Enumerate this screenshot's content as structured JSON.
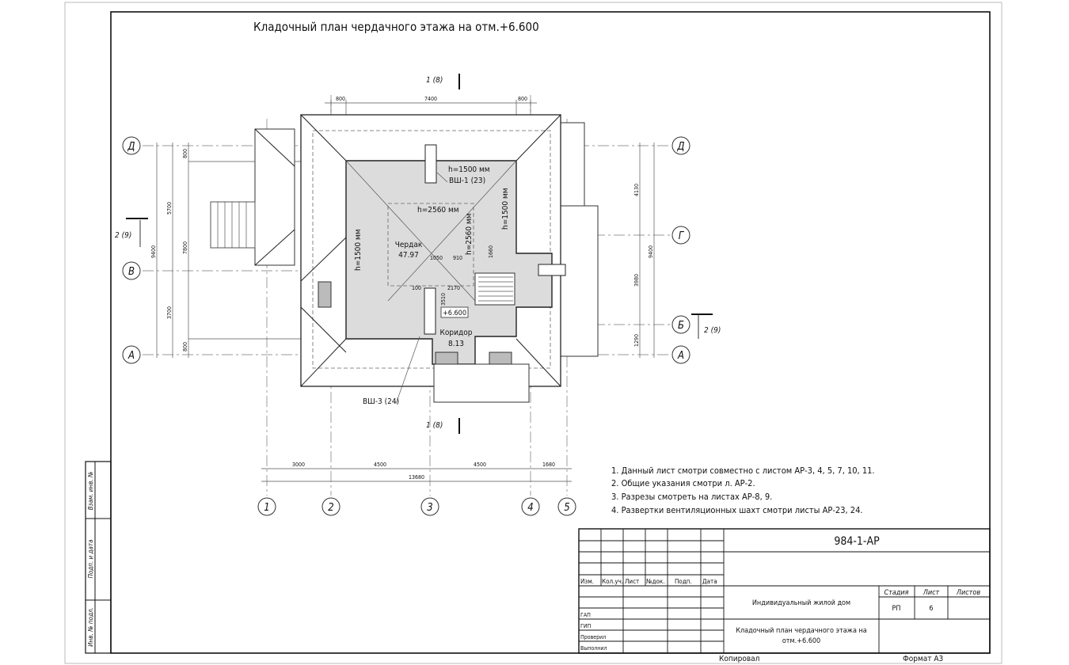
{
  "drawing": {
    "title": "Кладочный план чердачного этажа на отм.+6.600",
    "section_marks": {
      "s1_top": "1 (8)",
      "s1_bottom": "1 (8)",
      "s2_left": "2 (9)",
      "s2_right": "2 (9)"
    },
    "axes_rows": [
      "Д",
      "Г",
      "В",
      "Б",
      "А"
    ],
    "axes_cols": [
      "1",
      "2",
      "3",
      "4",
      "5"
    ],
    "dims_top": [
      "800",
      "7400",
      "800"
    ],
    "dims_left": {
      "outer": "9400",
      "mid": [
        "5700",
        "3700"
      ],
      "inner": [
        "800",
        "7800",
        "800"
      ]
    },
    "dims_right": {
      "outer": "9400",
      "inner": [
        "4130",
        "3980",
        "1290"
      ]
    },
    "dims_bottom": {
      "chain": [
        "3000",
        "4500",
        "4500",
        "1680"
      ],
      "total": "13680"
    },
    "rooms": [
      {
        "name": "Чердак",
        "area": "47.97"
      },
      {
        "name": "Коридор",
        "area": "8.13"
      }
    ],
    "heights": {
      "h1": "h=1500 мм",
      "h2": "h=2560 мм",
      "h3": "h=1500 мм",
      "h4": "h=1500 мм",
      "h5": "h=2560 мм"
    },
    "shafts": {
      "vsh1": "ВШ-1 (23)",
      "vsh3": "ВШ-3 (24)"
    },
    "inner_dims": {
      "d1050": "1050",
      "d910": "910",
      "d1660": "1660",
      "d100": "100",
      "d2170": "2170",
      "d3510": "3510"
    },
    "level": "+6.600"
  },
  "notes": [
    "1. Данный лист смотри совместно с листом АР-3, 4, 5, 7, 10, 11.",
    "2. Общие указания смотри л. АР-2.",
    "3. Разрезы смотреть на листах АР-8, 9.",
    "4. Развертки вентиляционных шахт смотри листы АР-23, 24."
  ],
  "side_stamp": [
    "Взам. инв. №",
    "Подп. и дата",
    "Инв. № подл."
  ],
  "title_block": {
    "code": "984-1-АР",
    "headers": [
      "Изм.",
      "Кол.уч.",
      "Лист",
      "№док.",
      "Подп.",
      "Дата"
    ],
    "roles": [
      "ГАП",
      "ГИП",
      "Проверил",
      "Выполнил"
    ],
    "project": "Индивидуальный жилой дом",
    "stage_label": "Стадия",
    "sheet_label": "Лист",
    "sheets_label": "Листов",
    "stage": "РП",
    "sheet": "6",
    "sheet_title_1": "Кладочный план чердачного этажа на",
    "sheet_title_2": "отм.+6.600",
    "copied": "Копировал",
    "format": "Формат А3"
  }
}
